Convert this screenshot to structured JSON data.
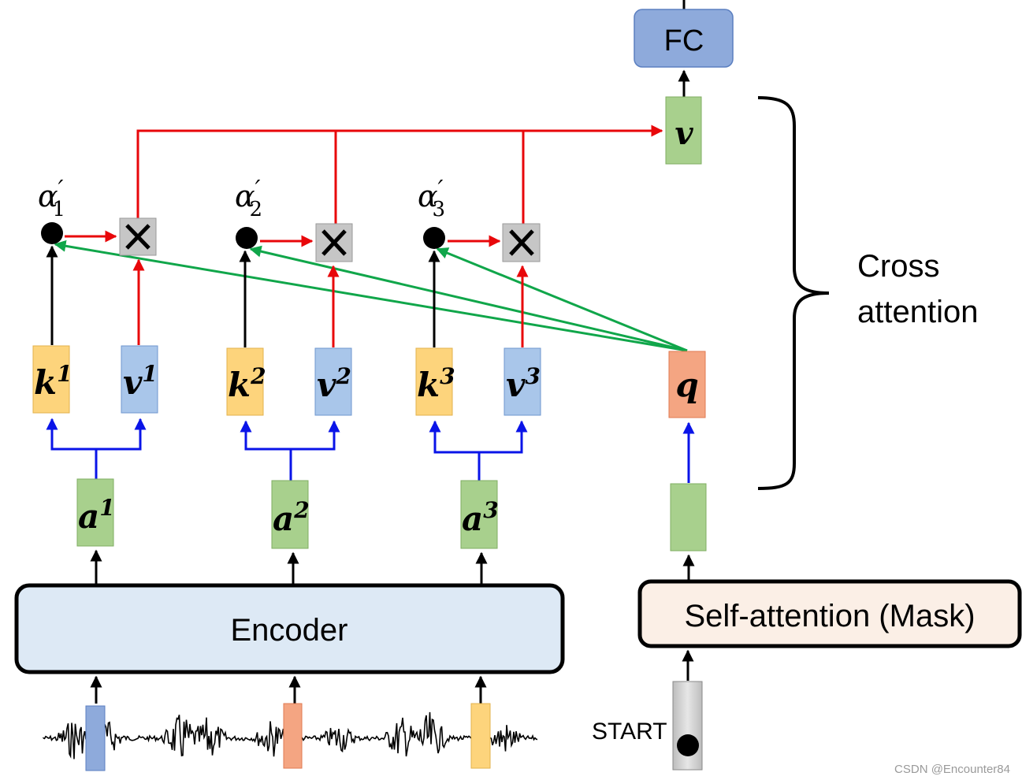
{
  "labels": {
    "fc": "FC",
    "encoder": "Encoder",
    "self_attention": "Self-attention (Mask)",
    "cross_attention_line1": "Cross",
    "cross_attention_line2": "attention",
    "start": "START",
    "output_v": "v",
    "query": "q",
    "watermark": "CSDN @Encounter84"
  },
  "groups": [
    {
      "key": "k",
      "value": "v",
      "input": "a",
      "index": "1",
      "weight": "α",
      "weight_sub": "1",
      "prime": "′"
    },
    {
      "key": "k",
      "value": "v",
      "input": "a",
      "index": "2",
      "weight": "α",
      "weight_sub": "2",
      "prime": "′"
    },
    {
      "key": "k",
      "value": "v",
      "input": "a",
      "index": "3",
      "weight": "α",
      "weight_sub": "3",
      "prime": "′"
    }
  ],
  "colors": {
    "key_fill": "#fdd47c",
    "value_fill": "#a9c6ea",
    "embed_fill": "#a8d08d",
    "query_fill": "#f4a582",
    "fc_fill": "#8eaadb",
    "encoder_fill": "#dde9f5",
    "self_attn_fill": "#fbefe6",
    "start_fill": "#cfcfcf",
    "value_path": "#e8070a",
    "query_path": "#10a64a",
    "embed_path": "#0a14e8"
  }
}
